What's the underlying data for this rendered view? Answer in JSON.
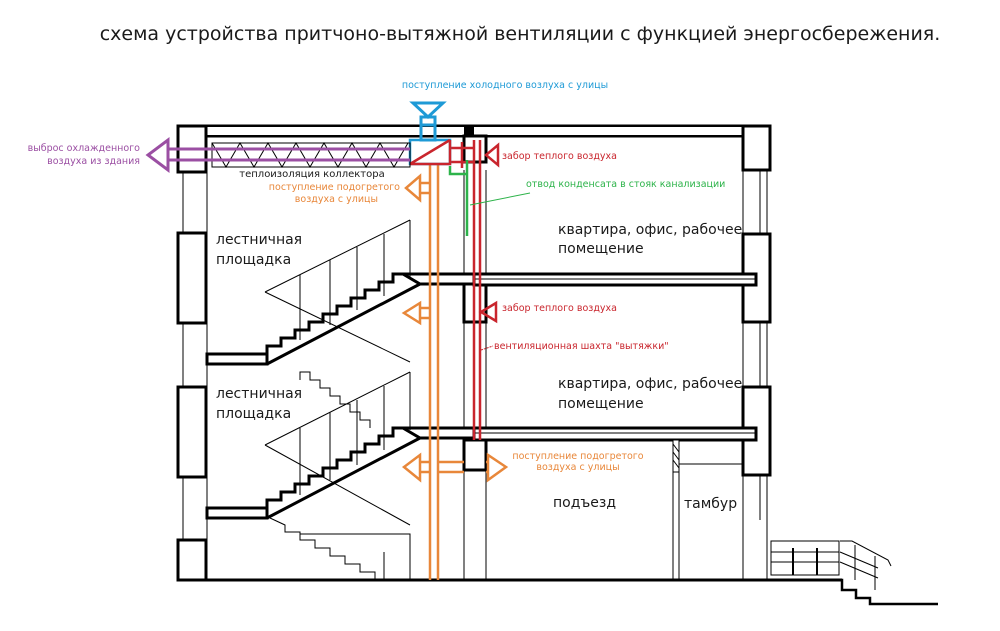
{
  "title": "схема устройства притчоно-вытяжной вентиляции с функцией энергосбережения.",
  "colors": {
    "supply_air": "#e8873a",
    "exhaust_shaft": "#c9252d",
    "outside_air": "#1e9ad6",
    "discharge_air": "#9b4fa3",
    "condensate": "#2db34a",
    "structure": "#000000"
  },
  "labels": {
    "outside_air_intake": "поступление холодного возлуха с улицы",
    "discharge": [
      "выброс охлажденного",
      "воздуха из здания"
    ],
    "collector_insulation": "теплоизоляция коллектора",
    "supply_top": [
      "поступление подогретого",
      "воздуха с улицы"
    ],
    "warm_air_intake_top": "забор теплого воздуха",
    "condensate_drain": "отвод конденсата в стояк канализации",
    "warm_air_intake_mid": "забор теплого воздуха",
    "exhaust_shaft": "вентиляционная шахта \"вытяжки\"",
    "supply_bottom": [
      "поступление подогретого",
      "воздуха с улицы"
    ]
  },
  "rooms": {
    "stair_landing_top": [
      "лестничная",
      "площадка"
    ],
    "stair_landing_bottom": [
      "лестничная",
      "площадка"
    ],
    "office_top": [
      "квартира, офис, рабочее",
      "помещение"
    ],
    "office_mid": [
      "квартира, офис, рабочее",
      "помещение"
    ],
    "entrance": "подъезд",
    "vestibule": "тамбур"
  }
}
